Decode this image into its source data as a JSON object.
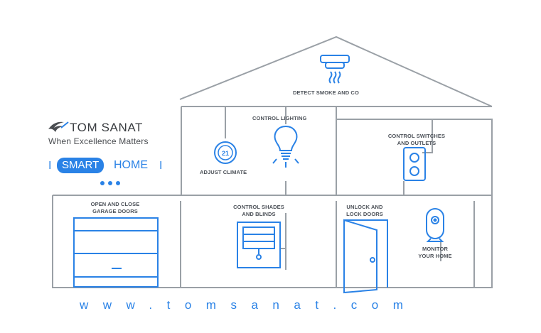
{
  "brand": {
    "name": "TOM SANAT",
    "tagline": "When Excellence Matters",
    "badge_left": "I",
    "badge_highlight": "SMART",
    "badge_rest": "HOME",
    "badge_right": "I"
  },
  "labels": {
    "smoke": "DETECT SMOKE AND CO",
    "lighting": "CONTROL LIGHTING",
    "climate": "ADJUST CLIMATE",
    "switches_1": "CONTROL SWITCHES",
    "switches_2": "AND OUTLETS",
    "garage_1": "OPEN AND CLOSE",
    "garage_2": "GARAGE DOORS",
    "shades_1": "CONTROL SHADES",
    "shades_2": "AND BLINDS",
    "lock_1": "UNLOCK AND",
    "lock_2": "LOCK DOORS",
    "monitor_1": "MONITOR",
    "monitor_2": "YOUR HOME"
  },
  "thermostat_value": "21",
  "website": "www.tomsanat.com",
  "colors": {
    "accent": "#2a82e6",
    "line": "#9aa0a6",
    "text": "#4d5259"
  }
}
